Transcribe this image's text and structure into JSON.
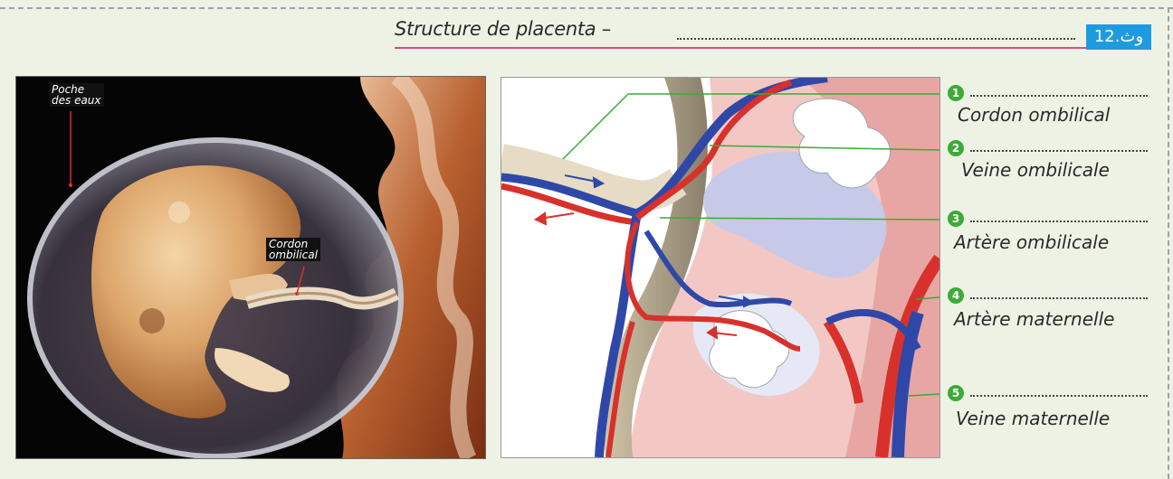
{
  "header": {
    "title": "Structure de placenta –",
    "badge": "12.وث"
  },
  "photo": {
    "label_poche": "Poche des eaux",
    "label_poche_line1": "Poche",
    "label_poche_line2": "des eaux",
    "label_cordon_line1": "Cordon",
    "label_cordon_line2": "ombilical"
  },
  "legend": [
    {
      "num": "1",
      "label": "Cordon ombilical"
    },
    {
      "num": "2",
      "label": "Veine ombilicale"
    },
    {
      "num": "3",
      "label": "Artère ombilicale"
    },
    {
      "num": "4",
      "label": "Artère maternelle"
    },
    {
      "num": "5",
      "label": "Veine maternelle"
    }
  ],
  "colors": {
    "legend_green": "#3cab37",
    "badge_blue": "#1e9be0",
    "title_underline": "#d94b86",
    "vessel_blue": "#2f48a8",
    "vessel_red": "#d8312b"
  }
}
